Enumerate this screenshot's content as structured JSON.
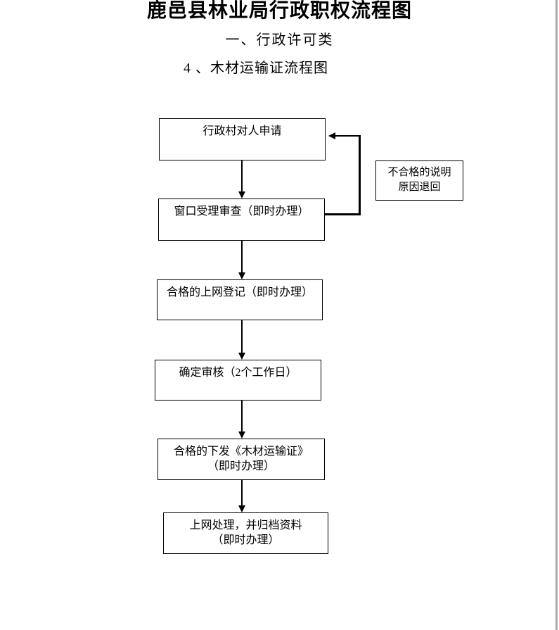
{
  "page": {
    "title": "鹿邑县林业局行政职权流程图",
    "subtitle1": "一、行政许可类",
    "subtitle2": "4 、木材运输证流程图"
  },
  "flowchart": {
    "steps": [
      {
        "id": "step-1",
        "lines": [
          "行政村对人申请"
        ]
      },
      {
        "id": "step-2",
        "lines": [
          "窗口受理审查（即时办理）"
        ]
      },
      {
        "id": "step-3",
        "lines": [
          "合格的上网登记（即时办理）"
        ]
      },
      {
        "id": "step-4",
        "lines": [
          "确定审核（2个工作日）"
        ]
      },
      {
        "id": "step-5",
        "lines": [
          "合格的下发《木材运输证》",
          "（即时办理）"
        ]
      },
      {
        "id": "step-6",
        "lines": [
          "上网处理，并归档资料",
          "（即时办理）"
        ]
      }
    ],
    "side_box": {
      "lines": [
        "不合格的说明",
        "原因退回"
      ]
    }
  },
  "colors": {
    "line": "#000000",
    "background": "#ffffff",
    "page_edge": "#a8a8b0"
  }
}
